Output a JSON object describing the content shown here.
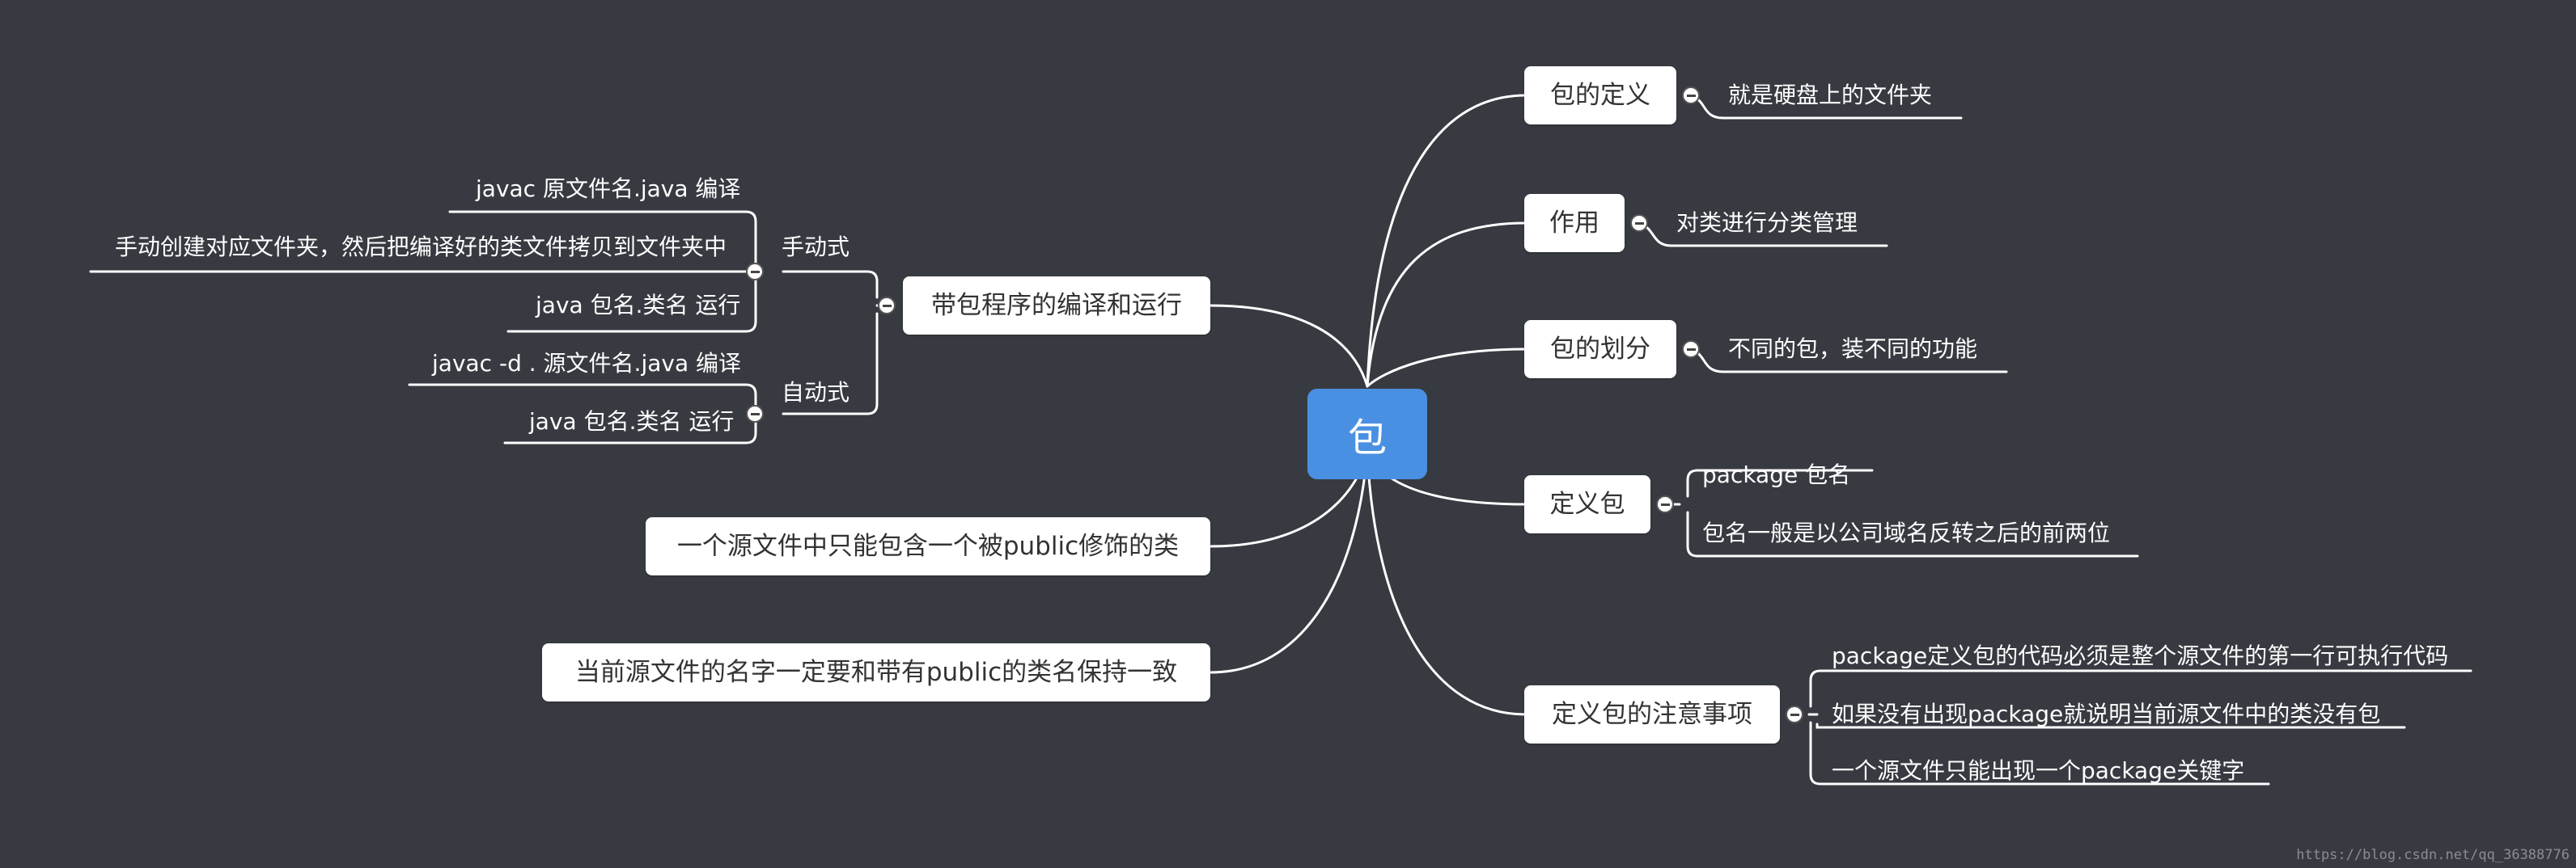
{
  "root": {
    "label": "包"
  },
  "right": {
    "definition": {
      "title": "包的定义",
      "detail": "就是硬盘上的文件夹"
    },
    "purpose": {
      "title": "作用",
      "detail": "对类进行分类管理"
    },
    "division": {
      "title": "包的划分",
      "detail": "不同的包，装不同的功能"
    },
    "define": {
      "title": "定义包",
      "items": [
        "package  包名",
        "包名一般是以公司域名反转之后的前两位"
      ]
    },
    "notes": {
      "title": "定义包的注意事项",
      "items": [
        "package定义包的代码必须是整个源文件的第一行可执行代码",
        "如果没有出现package就说明当前源文件中的类没有包",
        "一个源文件只能出现一个package关键字"
      ]
    }
  },
  "left": {
    "compile": {
      "title": "带包程序的编译和运行",
      "manual": {
        "label": "手动式",
        "steps": [
          "javac 原文件名.java   编译",
          "手动创建对应文件夹，然后把编译好的类文件拷贝到文件夹中",
          "java 包名.类名  运行"
        ]
      },
      "auto": {
        "label": "自动式",
        "steps": [
          "javac -d . 源文件名.java  编译",
          "java 包名.类名  运行"
        ]
      }
    },
    "public_rule": "一个源文件中只能包含一个被public修饰的类",
    "name_rule": "当前源文件的名字一定要和带有public的类名保持一致"
  },
  "watermark": "https://blog.csdn.net/qq_36388776",
  "colors": {
    "background": "#373a40",
    "root": "#4a90e2",
    "line": "#ffffff"
  }
}
